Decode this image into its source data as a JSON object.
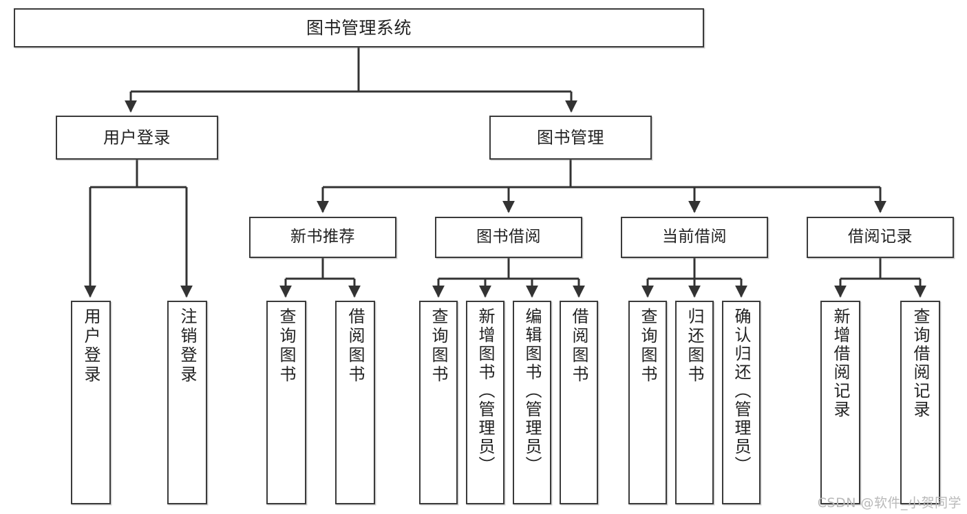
{
  "diagram": {
    "title": "图书管理系统",
    "type": "tree-hierarchy-diagram",
    "watermark": "CSDN @软件_小贺同学",
    "colors": {
      "background": "#ffffff",
      "box_border": "#3a3a3a",
      "box_fill": "#ffffff",
      "connector": "#333333",
      "text": "#222222",
      "watermark": "#b9b9b9"
    },
    "root": {
      "label": "图书管理系统"
    },
    "level2": [
      {
        "id": "user-login",
        "label": "用户登录"
      },
      {
        "id": "book-management",
        "label": "图书管理"
      }
    ],
    "level3": [
      {
        "id": "new-book-recommend",
        "label": "新书推荐"
      },
      {
        "id": "book-borrow",
        "label": "图书借阅"
      },
      {
        "id": "current-borrow",
        "label": "当前借阅"
      },
      {
        "id": "borrow-record",
        "label": "借阅记录"
      }
    ],
    "leaves": {
      "user_login": [
        {
          "id": "leaf-user-login",
          "label": "用户登录"
        },
        {
          "id": "leaf-user-logout",
          "label": "注销登录"
        }
      ],
      "new_book_recommend": [
        {
          "id": "leaf-query-book-1",
          "label": "查询图书"
        },
        {
          "id": "leaf-borrow-book-1",
          "label": "借阅图书"
        }
      ],
      "book_borrow": [
        {
          "id": "leaf-query-book-2",
          "label": "查询图书"
        },
        {
          "id": "leaf-add-book",
          "label": "新增图书（管理员）"
        },
        {
          "id": "leaf-edit-book",
          "label": "编辑图书（管理员）"
        },
        {
          "id": "leaf-borrow-book-2",
          "label": "借阅图书"
        }
      ],
      "current_borrow": [
        {
          "id": "leaf-query-book-3",
          "label": "查询图书"
        },
        {
          "id": "leaf-return-book",
          "label": "归还图书"
        },
        {
          "id": "leaf-confirm-return",
          "label": "确认归还（管理员）"
        }
      ],
      "borrow_record": [
        {
          "id": "leaf-add-record",
          "label": "新增借阅记录"
        },
        {
          "id": "leaf-query-record",
          "label": "查询借阅记录"
        }
      ]
    }
  }
}
